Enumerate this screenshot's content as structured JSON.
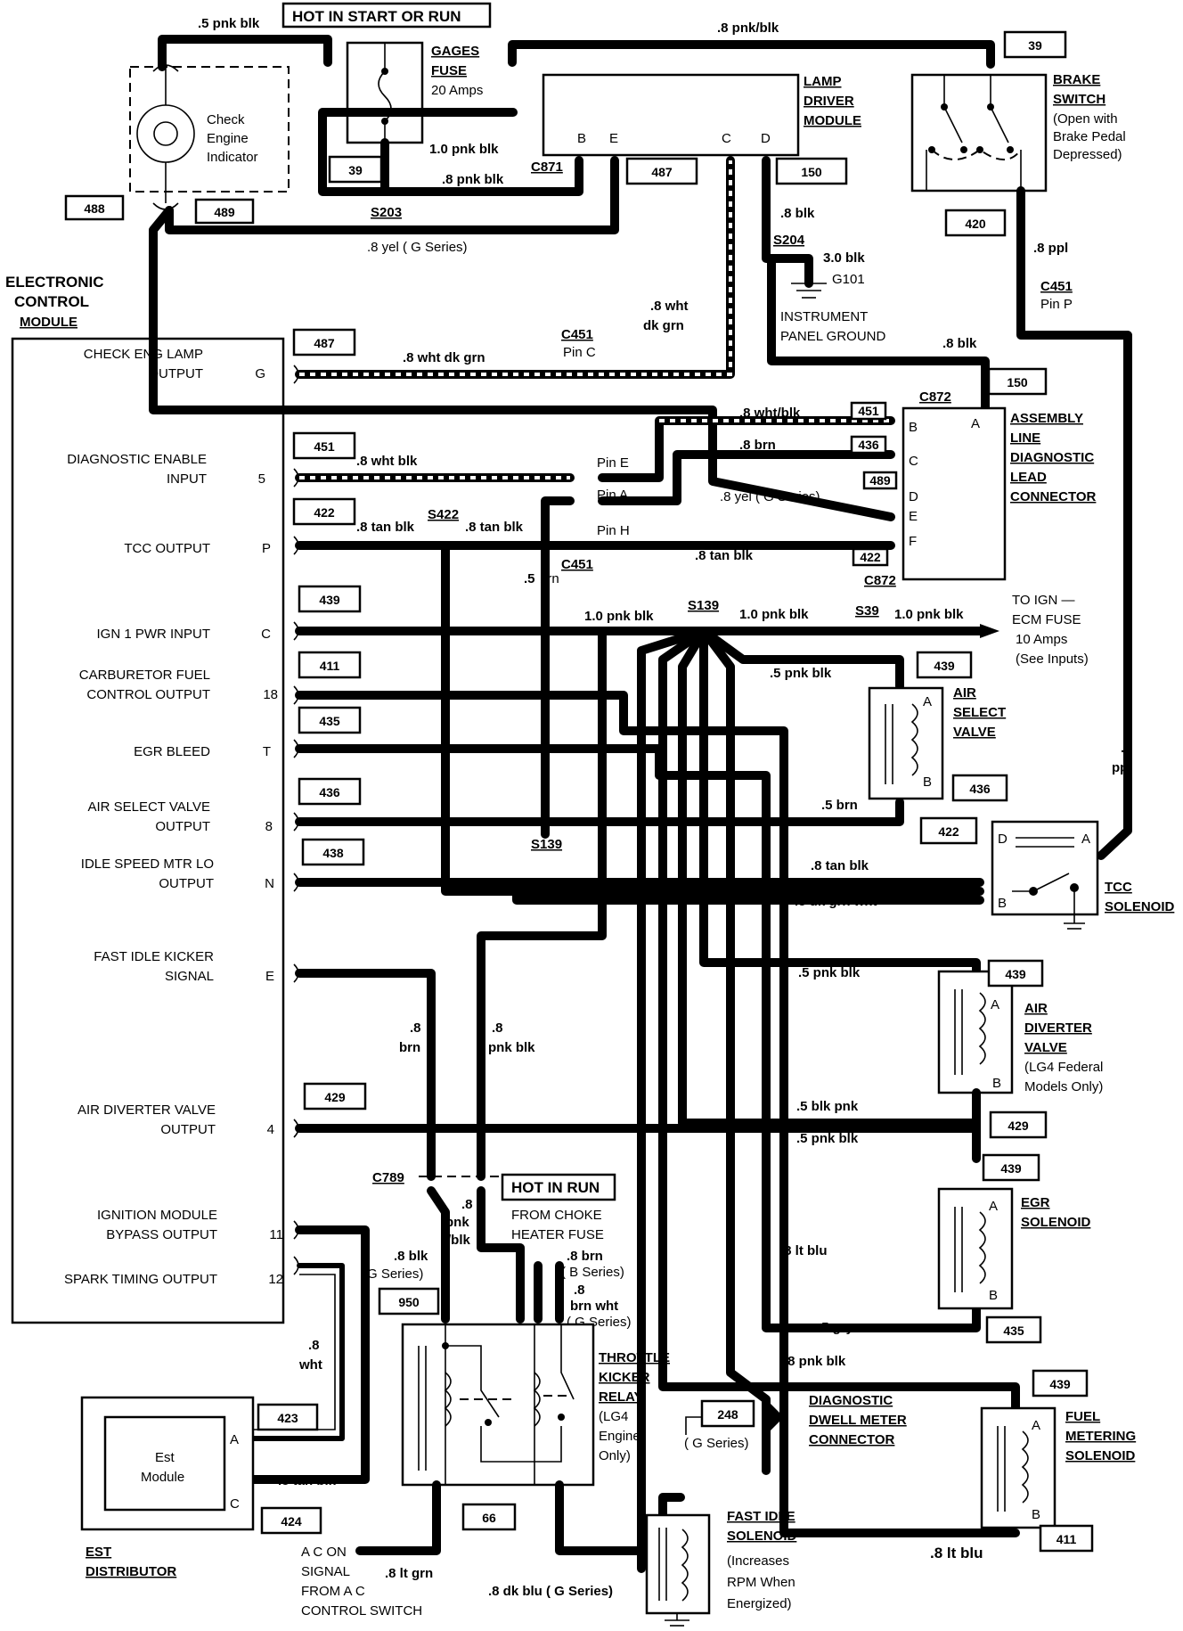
{
  "top": {
    "hot_start_run": "HOT IN START OR RUN",
    "hot_run": "HOT IN RUN",
    "from_choke": [
      "FROM CHOKE",
      "HEATER FUSE"
    ]
  },
  "wires": {
    "w5pnkblk": ".5 pnk blk",
    "w8pnkblk_top": ".8 pnk/blk",
    "w10pnkblk": "1.0 pnk blk",
    "w8pnkblk_s203": ".8 pnk blk",
    "w8yel": ".8 yel ( G  Series)",
    "w8blk": ".8 blk",
    "w30blk": "3.0 blk",
    "w8ppl": ".8 ppl",
    "w8whtdkgrn_v": [
      ".8 wht",
      "dk grn"
    ],
    "w8whtdkgrn_h": ".8 wht dk grn",
    "w8blk_ald": ".8 blk",
    "w8whtblk": ".8 wht/blk",
    "w8brn_ald": ".8 brn",
    "w8yel_ald": ".8 yel ( G  Series)",
    "w8whtblk_diag": ".8 wht blk",
    "w8tanblk_1": ".8 tan blk",
    "w8tanblk_2": ".8 tan blk",
    "w8tanblk_3": ".8 tan blk",
    "w5brn_v": [
      ".5",
      "brn"
    ],
    "w10pnkblk_ign": "1.0 pnk blk",
    "w10pnkblk_ign2": "1.0 pnk blk",
    "w10pnkblk_ign3": "1.0 pnk blk",
    "w5pnkblk_asv": ".5 pnk blk",
    "w8ppl_v": [
      ".8",
      "ppl"
    ],
    "w5brn_asv": ".5 brn",
    "w8tanblk_tcc": ".8 tan blk",
    "w8dkgrnwht": ".8 dk grn wht",
    "w5pnkblk_adv": ".5 pnk blk",
    "w8brn_v": [
      ".8",
      "brn"
    ],
    "w8pnkblk_v": [
      ".8",
      "pnk blk"
    ],
    "w5blkpnk": ".5 blk pnk",
    "w5pnkblk_egr": ".5 pnk blk",
    "w8pnkblk_relay": [
      ".8",
      "pnk",
      "/blk"
    ],
    "w8blk_g": [
      ".8 blk",
      "G  Series)"
    ],
    "w8brn_b": [
      ".8 brn",
      "( B  Series)"
    ],
    "w8brnwht": [
      ".8",
      "brn wht",
      "( G  Series)"
    ],
    "w8ltblu": ".8 lt blu",
    "w5gry": ".5 gry",
    "w8pnkblk_fms": ".8 pnk blk",
    "w8wht_v": [
      ".8",
      "wht"
    ],
    "w8tanblk_est": ".8 tan blk",
    "w8ltgrn": ".8 lt grn",
    "w8dkblu": ".8 dk blu ( G  Series)",
    "w8ltblu_bottom": ".8 lt blu",
    "g_series": "( G  Series)"
  },
  "splices": {
    "s203": "S203",
    "s204": "S204",
    "s422": "S422",
    "s139_top": "S139",
    "s139_mid": "S139",
    "s39": "S39"
  },
  "connectors": {
    "c871": "C871",
    "c451_ppl": [
      "C451",
      "Pin P"
    ],
    "c451_c": [
      "C451",
      "Pin C"
    ],
    "c451_mid": "C451",
    "c872_top": "C872",
    "c872_bot": "C872",
    "c789": "C789",
    "g101": "G101",
    "pin_e": "Pin E",
    "pin_a": "Pin A",
    "pin_h": "Pin H"
  },
  "circuit_numbers": {
    "c39_brake": "39",
    "c488": "488",
    "c489_top": "489",
    "c39_fuse": "39",
    "c487_top": "487",
    "c150_top": "150",
    "c420": "420",
    "c150_ald": "150",
    "c451": "451",
    "c436_ald": "436",
    "c489_ald": "489",
    "c422_ald": "422",
    "c487_ecm": "487",
    "c451_ecm": "451",
    "c422_ecm": "422",
    "c439_ecm": "439",
    "c411_ecm": "411",
    "c435_ecm": "435",
    "c436_ecm": "436",
    "c438_ecm": "438",
    "c439_asv": "439",
    "c436_asv": "436",
    "c422_tcc": "422",
    "c439_adv": "439",
    "c429_adv": "429",
    "c429_ecm": "429",
    "c439_egr": "439",
    "c435_egr": "435",
    "c950": "950",
    "c248": "248",
    "c439_fms": "439",
    "c411_fms": "411",
    "c423": "423",
    "c424": "424",
    "c66": "66"
  },
  "components": {
    "check_engine": [
      "Check",
      "Engine",
      "Indicator"
    ],
    "gages_fuse": [
      "GAGES",
      "FUSE",
      "20  Amps"
    ],
    "lamp_driver": [
      "LAMP",
      "DRIVER",
      "MODULE"
    ],
    "lamp_pins": [
      "B",
      "E",
      "C",
      "D"
    ],
    "brake_switch": [
      "BRAKE",
      "SWITCH",
      "(Open with",
      "Brake Pedal",
      "Depressed)"
    ],
    "instrument_ground": [
      "INSTRUMENT",
      "PANEL GROUND"
    ],
    "ecm_title": [
      "ELECTRONIC",
      "CONTROL",
      "MODULE"
    ],
    "ald": [
      "ASSEMBLY",
      "LINE",
      "DIAGNOSTIC",
      "LEAD",
      "CONNECTOR"
    ],
    "ald_pins": [
      "B",
      "A",
      "C",
      "D",
      "E",
      "F"
    ],
    "ign_fuse": [
      "TO IGN —",
      "ECM FUSE",
      "10  Amps",
      "(See Inputs)"
    ],
    "air_select": [
      "AIR",
      "SELECT",
      "VALVE"
    ],
    "tcc": [
      "TCC",
      "SOLENOID"
    ],
    "air_diverter": [
      "AIR",
      "DIVERTER",
      "VALVE",
      "(LG4  Federal",
      "Models Only)"
    ],
    "egr": [
      "EGR",
      "SOLENOID"
    ],
    "throttle_kicker": [
      "THROTTLE",
      "KICKER",
      "RELAY",
      "(LG4",
      "Engine",
      "Only)"
    ],
    "ddm": [
      "DIAGNOSTIC",
      "DWELL METER",
      "CONNECTOR"
    ],
    "fms": [
      "FUEL",
      "METERING",
      "SOLENOID"
    ],
    "est_module": [
      "Est",
      "Module"
    ],
    "est_distributor": [
      "EST",
      "DISTRIBUTOR"
    ],
    "ac_signal": [
      "A C ON",
      "SIGNAL",
      "FROM A C",
      "CONTROL SWITCH"
    ],
    "fast_idle": [
      "FAST IDLE",
      "SOLENOID",
      "(Increases",
      "RPM  When",
      "Energized)"
    ],
    "coil_pins": [
      "A",
      "B"
    ]
  },
  "ecm_rows": [
    {
      "label": [
        "CHECK ENG LAMP",
        "OUTPUT"
      ],
      "pin": "G"
    },
    {
      "label": [
        "DIAGNOSTIC ENABLE",
        "INPUT"
      ],
      "pin": "5"
    },
    {
      "label": [
        "TCC OUTPUT"
      ],
      "pin": "P"
    },
    {
      "label": [
        "IGN 1 PWR INPUT"
      ],
      "pin": "C"
    },
    {
      "label": [
        "CARBURETOR FUEL",
        "CONTROL OUTPUT"
      ],
      "pin": "18"
    },
    {
      "label": [
        "EGR BLEED"
      ],
      "pin": "T"
    },
    {
      "label": [
        "AIR SELECT VALVE",
        "OUTPUT"
      ],
      "pin": "8"
    },
    {
      "label": [
        "IDLE SPEED MTR LO",
        "OUTPUT"
      ],
      "pin": "N"
    },
    {
      "label": [
        "FAST IDLE KICKER",
        "SIGNAL"
      ],
      "pin": "E"
    },
    {
      "label": [
        "AIR DIVERTER VALVE",
        "OUTPUT"
      ],
      "pin": "4"
    },
    {
      "label": [
        "IGNITION MODULE",
        "BYPASS OUTPUT"
      ],
      "pin": "11"
    },
    {
      "label": [
        "SPARK TIMING OUTPUT"
      ],
      "pin": "12"
    }
  ]
}
